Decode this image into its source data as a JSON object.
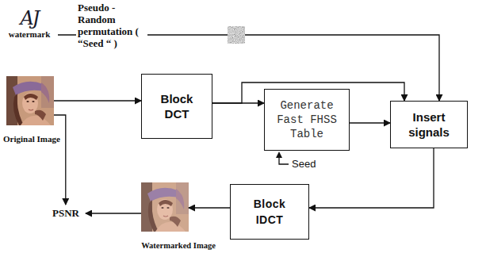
{
  "diagram": {
    "nodes": [
      {
        "text": [
          "AJ",
          "watermark"
        ]
      },
      {
        "text": [
          "Original Image"
        ]
      },
      {
        "text": [
          "Block DCT"
        ]
      },
      {
        "text": [
          "Generate Fast FHSS Table"
        ]
      },
      {
        "text": [
          "Insert signals"
        ]
      },
      {
        "text": [
          "Block IDCT"
        ]
      },
      {
        "text": [
          "Watermarked Image"
        ]
      },
      {
        "text": [
          "PSNR"
        ]
      }
    ],
    "edges": [
      {
        "from": 0,
        "to": 4,
        "arrow": "to",
        "label": "Pseudo - Random permutation ( “Seed “ )"
      },
      {
        "from": 1,
        "to": 2,
        "arrow": "to"
      },
      {
        "from": 2,
        "to": 3,
        "arrow": "to"
      },
      {
        "from": 2,
        "to": 4,
        "arrow": "to"
      },
      {
        "from": 3,
        "to": 4,
        "arrow": "to"
      },
      {
        "from": 4,
        "to": 5,
        "arrow": "to"
      },
      {
        "from": 5,
        "to": 6,
        "arrow": "to"
      },
      {
        "from": 1,
        "to": 7,
        "arrow": "to"
      },
      {
        "from": 6,
        "to": 7,
        "arrow": "to"
      }
    ],
    "labels": [
      "Seed"
    ]
  }
}
